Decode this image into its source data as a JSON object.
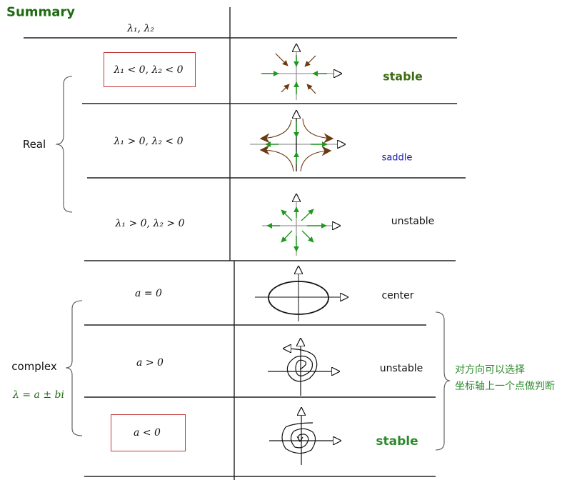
{
  "title": "Summary",
  "header": "λ₁, λ₂",
  "groups": {
    "real": "Real",
    "complex": "complex",
    "complex_formula": "λ = a ± bi"
  },
  "rows": [
    {
      "condition": "λ₁ < 0, λ₂ < 0",
      "label": "stable",
      "highlighted": true,
      "label_color": "#3d6b12"
    },
    {
      "condition": "λ₁ > 0, λ₂ < 0",
      "label": "saddle",
      "highlighted": false,
      "label_color": "#1a1ab8"
    },
    {
      "condition": "λ₁ > 0, λ₂ > 0",
      "label": "unstable",
      "highlighted": false,
      "label_color": "#111111"
    },
    {
      "condition": "a = 0",
      "label": "center",
      "highlighted": false,
      "label_color": "#111111"
    },
    {
      "condition": "a > 0",
      "label": "unstable",
      "highlighted": false,
      "label_color": "#111111"
    },
    {
      "condition": "a < 0",
      "label": "stable",
      "highlighted": true,
      "label_color": "#2a8a2a"
    }
  ],
  "note": [
    "对方向可以选择",
    "坐标轴上一个点做判断"
  ]
}
